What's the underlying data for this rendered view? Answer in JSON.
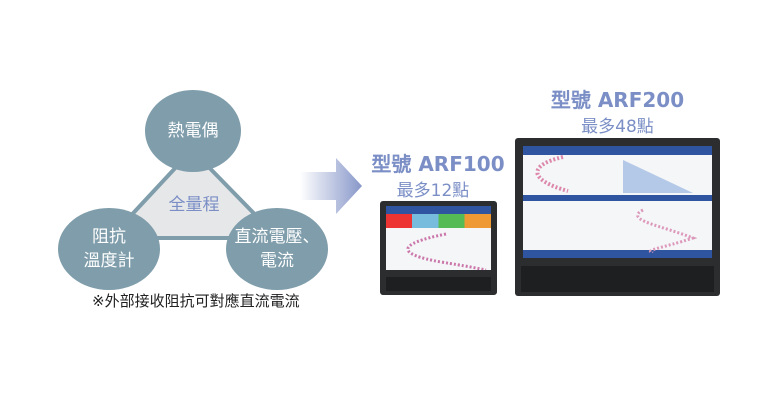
{
  "diagram": {
    "nodes": [
      {
        "label": "熱電偶"
      },
      {
        "label_line1": "阻抗",
        "label_line2": "溫度計"
      },
      {
        "label_line1": "直流電壓、",
        "label_line2": "電流"
      }
    ],
    "center_label": "全量程",
    "note": "※外部接收阻抗可對應直流電流"
  },
  "products": [
    {
      "model": "型號 ARF100",
      "points": "最多12點"
    },
    {
      "model": "型號 ARF200",
      "points": "最多48點"
    }
  ],
  "colors": {
    "circle": "#7f9dab",
    "accent": "#7b8fc6",
    "triangle": "#e6e7e9"
  }
}
